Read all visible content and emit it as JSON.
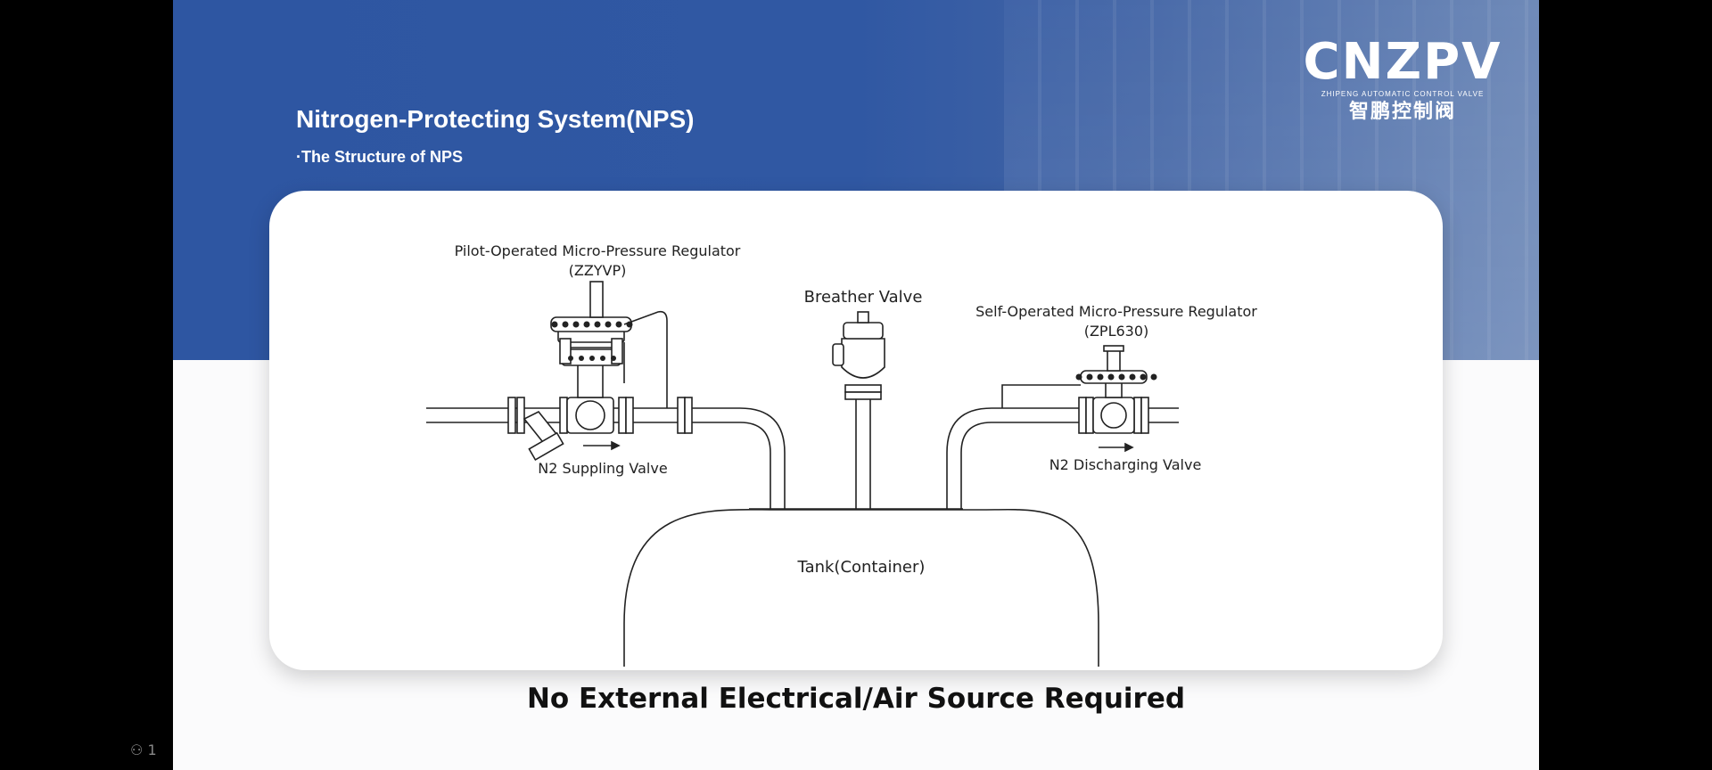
{
  "slide": {
    "title": "Nitrogen-Protecting System(NPS)",
    "subtitle": "·The Structure of NPS",
    "footer": "No External Electrical/Air Source Required"
  },
  "logo": {
    "mark": "CNZPV",
    "tagline": "ZHIPENG AUTOMATIC CONTROL VALVE",
    "chinese": "智鹏控制阀"
  },
  "diagram": {
    "pilot_regulator": {
      "name": "Pilot-Operated Micro-Pressure Regulator",
      "model": "(ZZYVP)"
    },
    "breather_valve": "Breather Valve",
    "self_regulator": {
      "name": "Self-Operated Micro-Pressure Regulator",
      "model": "(ZPL630)"
    },
    "supply_valve": "N2 Suppling Valve",
    "discharge_valve": "N2 Discharging Valve",
    "tank": "Tank(Container)"
  },
  "status": {
    "text": "1"
  },
  "colors": {
    "banner_blue": "#2e56a2",
    "card": "#ffffff",
    "ink": "#111111"
  }
}
